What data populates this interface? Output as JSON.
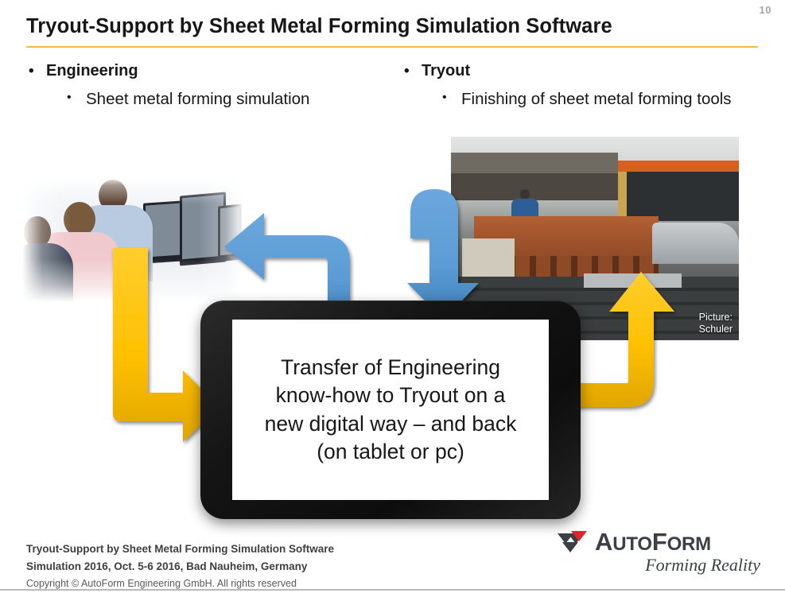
{
  "slide": {
    "page_number": "10",
    "title": "Tryout-Support by Sheet Metal Forming Simulation Software",
    "accent_color": "#f0bc43",
    "arrow_blue": "#5b9bd5",
    "arrow_yellow": "#ffc000"
  },
  "columns": {
    "left": {
      "heading": "Engineering",
      "bullet_glyph": "•",
      "sub_bullets": [
        {
          "glyph": "•",
          "text": "Sheet metal forming simulation"
        }
      ]
    },
    "right": {
      "heading": "Tryout",
      "bullet_glyph": "•",
      "sub_bullets": [
        {
          "glyph": "•",
          "text": "Finishing of sheet metal forming tools"
        }
      ]
    }
  },
  "images": {
    "people": {
      "alt": "engineers working at computer workstations"
    },
    "press": {
      "alt": "press shop with large sheet metal forming die tool",
      "caption_line1": "Picture:",
      "caption_line2": "Schuler"
    }
  },
  "tablet": {
    "message": "Transfer of Engineering\nknow-how to Tryout on a\nnew digital way – and back\n(on tablet or pc)"
  },
  "footer": {
    "line1": "Tryout-Support by Sheet Metal Forming Simulation Software",
    "line2": "Simulation 2016, Oct. 5-6 2016, Bad Nauheim, Germany",
    "copyright": "Copyright © AutoForm Engineering GmbH. All rights reserved"
  },
  "logo": {
    "word_auto": "A",
    "word_uto": "UTO",
    "word_f": "F",
    "word_orm": "ORM",
    "wordmark": "AutoForm",
    "tagline": "Forming Reality",
    "mark_red": "#e1232b",
    "mark_dark": "#3b3f46"
  }
}
